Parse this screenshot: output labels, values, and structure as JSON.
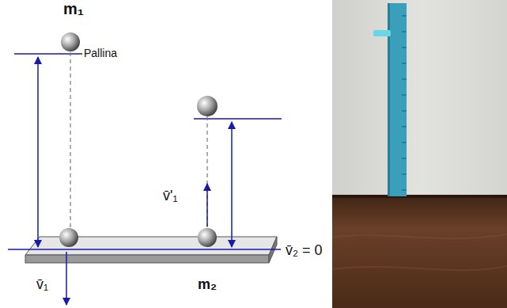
{
  "diagram": {
    "labels": [
      "m₁",
      "Pallina",
      "v̄'₁",
      "v̄₁",
      "v̄₂ = 0",
      "m₂"
    ]
  }
}
